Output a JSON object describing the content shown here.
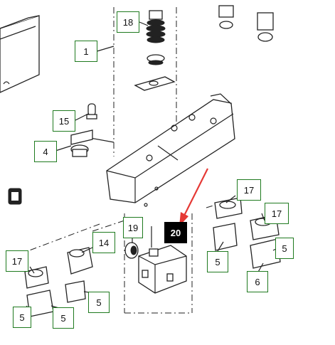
{
  "callouts": [
    {
      "id": "c1",
      "text": "1"
    },
    {
      "id": "c18",
      "text": "18"
    },
    {
      "id": "c15",
      "text": "15"
    },
    {
      "id": "c4",
      "text": "4"
    },
    {
      "id": "c17a",
      "text": "17"
    },
    {
      "id": "c17b",
      "text": "17"
    },
    {
      "id": "c17c",
      "text": "17"
    },
    {
      "id": "c14",
      "text": "14"
    },
    {
      "id": "c19",
      "text": "19"
    },
    {
      "id": "c20",
      "text": "20"
    },
    {
      "id": "c5a",
      "text": "5"
    },
    {
      "id": "c5b",
      "text": "5"
    },
    {
      "id": "c5c",
      "text": "5"
    },
    {
      "id": "c5d",
      "text": "5"
    },
    {
      "id": "c5e",
      "text": "5"
    },
    {
      "id": "c6",
      "text": "6"
    }
  ],
  "selected_callout": "20",
  "colors": {
    "callout_border": "#1f7a1f",
    "highlight_arrow": "#e53935",
    "line": "#222222"
  }
}
